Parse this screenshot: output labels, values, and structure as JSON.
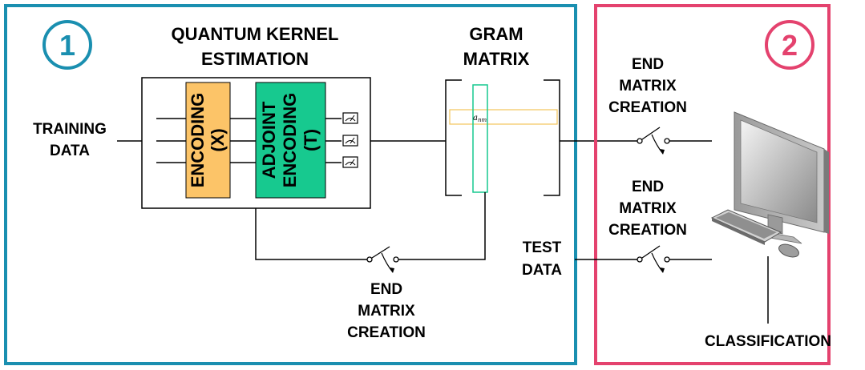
{
  "panel1": {
    "number": "1",
    "color": "#1a8fb0",
    "title_line1": "QUANTUM KERNEL",
    "title_line2": "ESTIMATION",
    "gram_line1": "GRAM",
    "gram_line2": "MATRIX",
    "training_line1": "TRAINING",
    "training_line2": "DATA",
    "encoding_line1": "ENCODING",
    "encoding_line2": "(X)",
    "encoding_color": "#fcc468",
    "adjoint_line1": "ADJOINT",
    "adjoint_line2": "ENCODING",
    "adjoint_line3": "(T)",
    "adjoint_color": "#17c98f",
    "matrix_element": "a",
    "matrix_element_sub": "nm",
    "end_line1": "END",
    "end_line2": "MATRIX",
    "end_line3": "CREATION"
  },
  "panel2": {
    "number": "2",
    "color": "#e4426e",
    "end_top_line1": "END",
    "end_top_line2": "MATRIX",
    "end_top_line3": "CREATION",
    "end_bottom_line1": "END",
    "end_bottom_line2": "MATRIX",
    "end_bottom_line3": "CREATION",
    "test_line1": "TEST",
    "test_line2": "DATA",
    "classification": "CLASSIFICATION"
  },
  "icons": [
    "meter-icon",
    "switch-icon",
    "computer-icon"
  ]
}
